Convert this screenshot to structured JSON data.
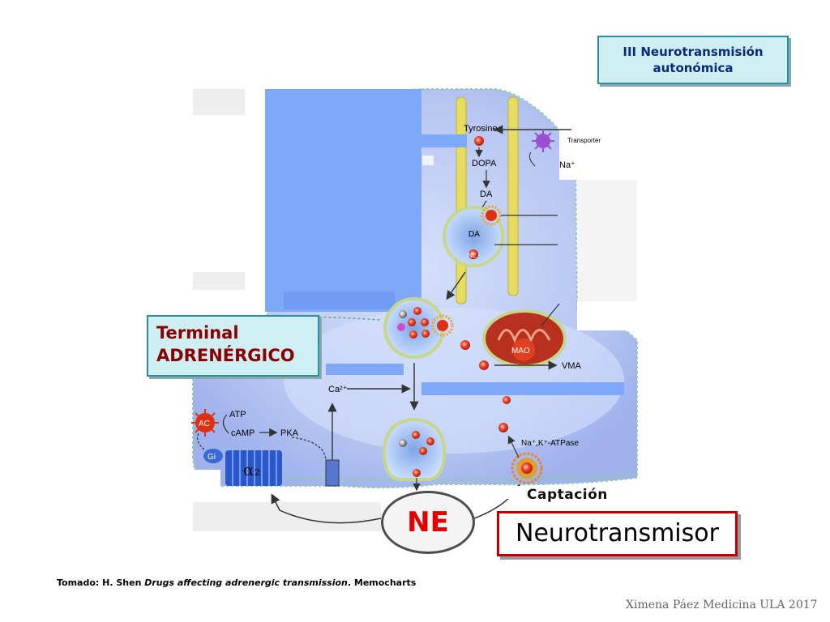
{
  "title": {
    "line1": "III Neurotransmisión",
    "line2": "autonómica"
  },
  "terminal": {
    "line1": "Terminal",
    "line2": "ADRENÉRGICO"
  },
  "ne_label": "NE",
  "neurotransmisor_label": "Neurotransmisor",
  "captacion_label": "Captación",
  "credit": {
    "prefix": "Tomado: H. Shen ",
    "book": "Drugs affecting adrenergic transmission",
    "suffix": ". Memocharts"
  },
  "footer": "Ximena Páez Medicina ULA 2017",
  "diagram_labels": {
    "tyrosine": "Tyrosine",
    "transporter": "Transporter",
    "na": "Na⁺",
    "dopa": "DOPA",
    "da1": "DA",
    "da2": "DA",
    "ne_vesicle": "NE",
    "mao": "MAO",
    "vma": "VMA",
    "ca": "Ca²⁺",
    "atp": "ATP",
    "camp": "cAMP",
    "pka": "PKA",
    "ac": "AC",
    "gi": "Gi",
    "alpha2": "α₂",
    "atpase": "Na⁺,K⁺-ATPase"
  },
  "colors": {
    "cell_fill": "#a8b8f0",
    "cell_inner": "#c7d6f6",
    "occluder": "#7ea8f8",
    "microtubule": "#e8e07a",
    "accent_red": "#e03010",
    "title_border": "#2a8ea0",
    "nt_border": "#c10000"
  }
}
